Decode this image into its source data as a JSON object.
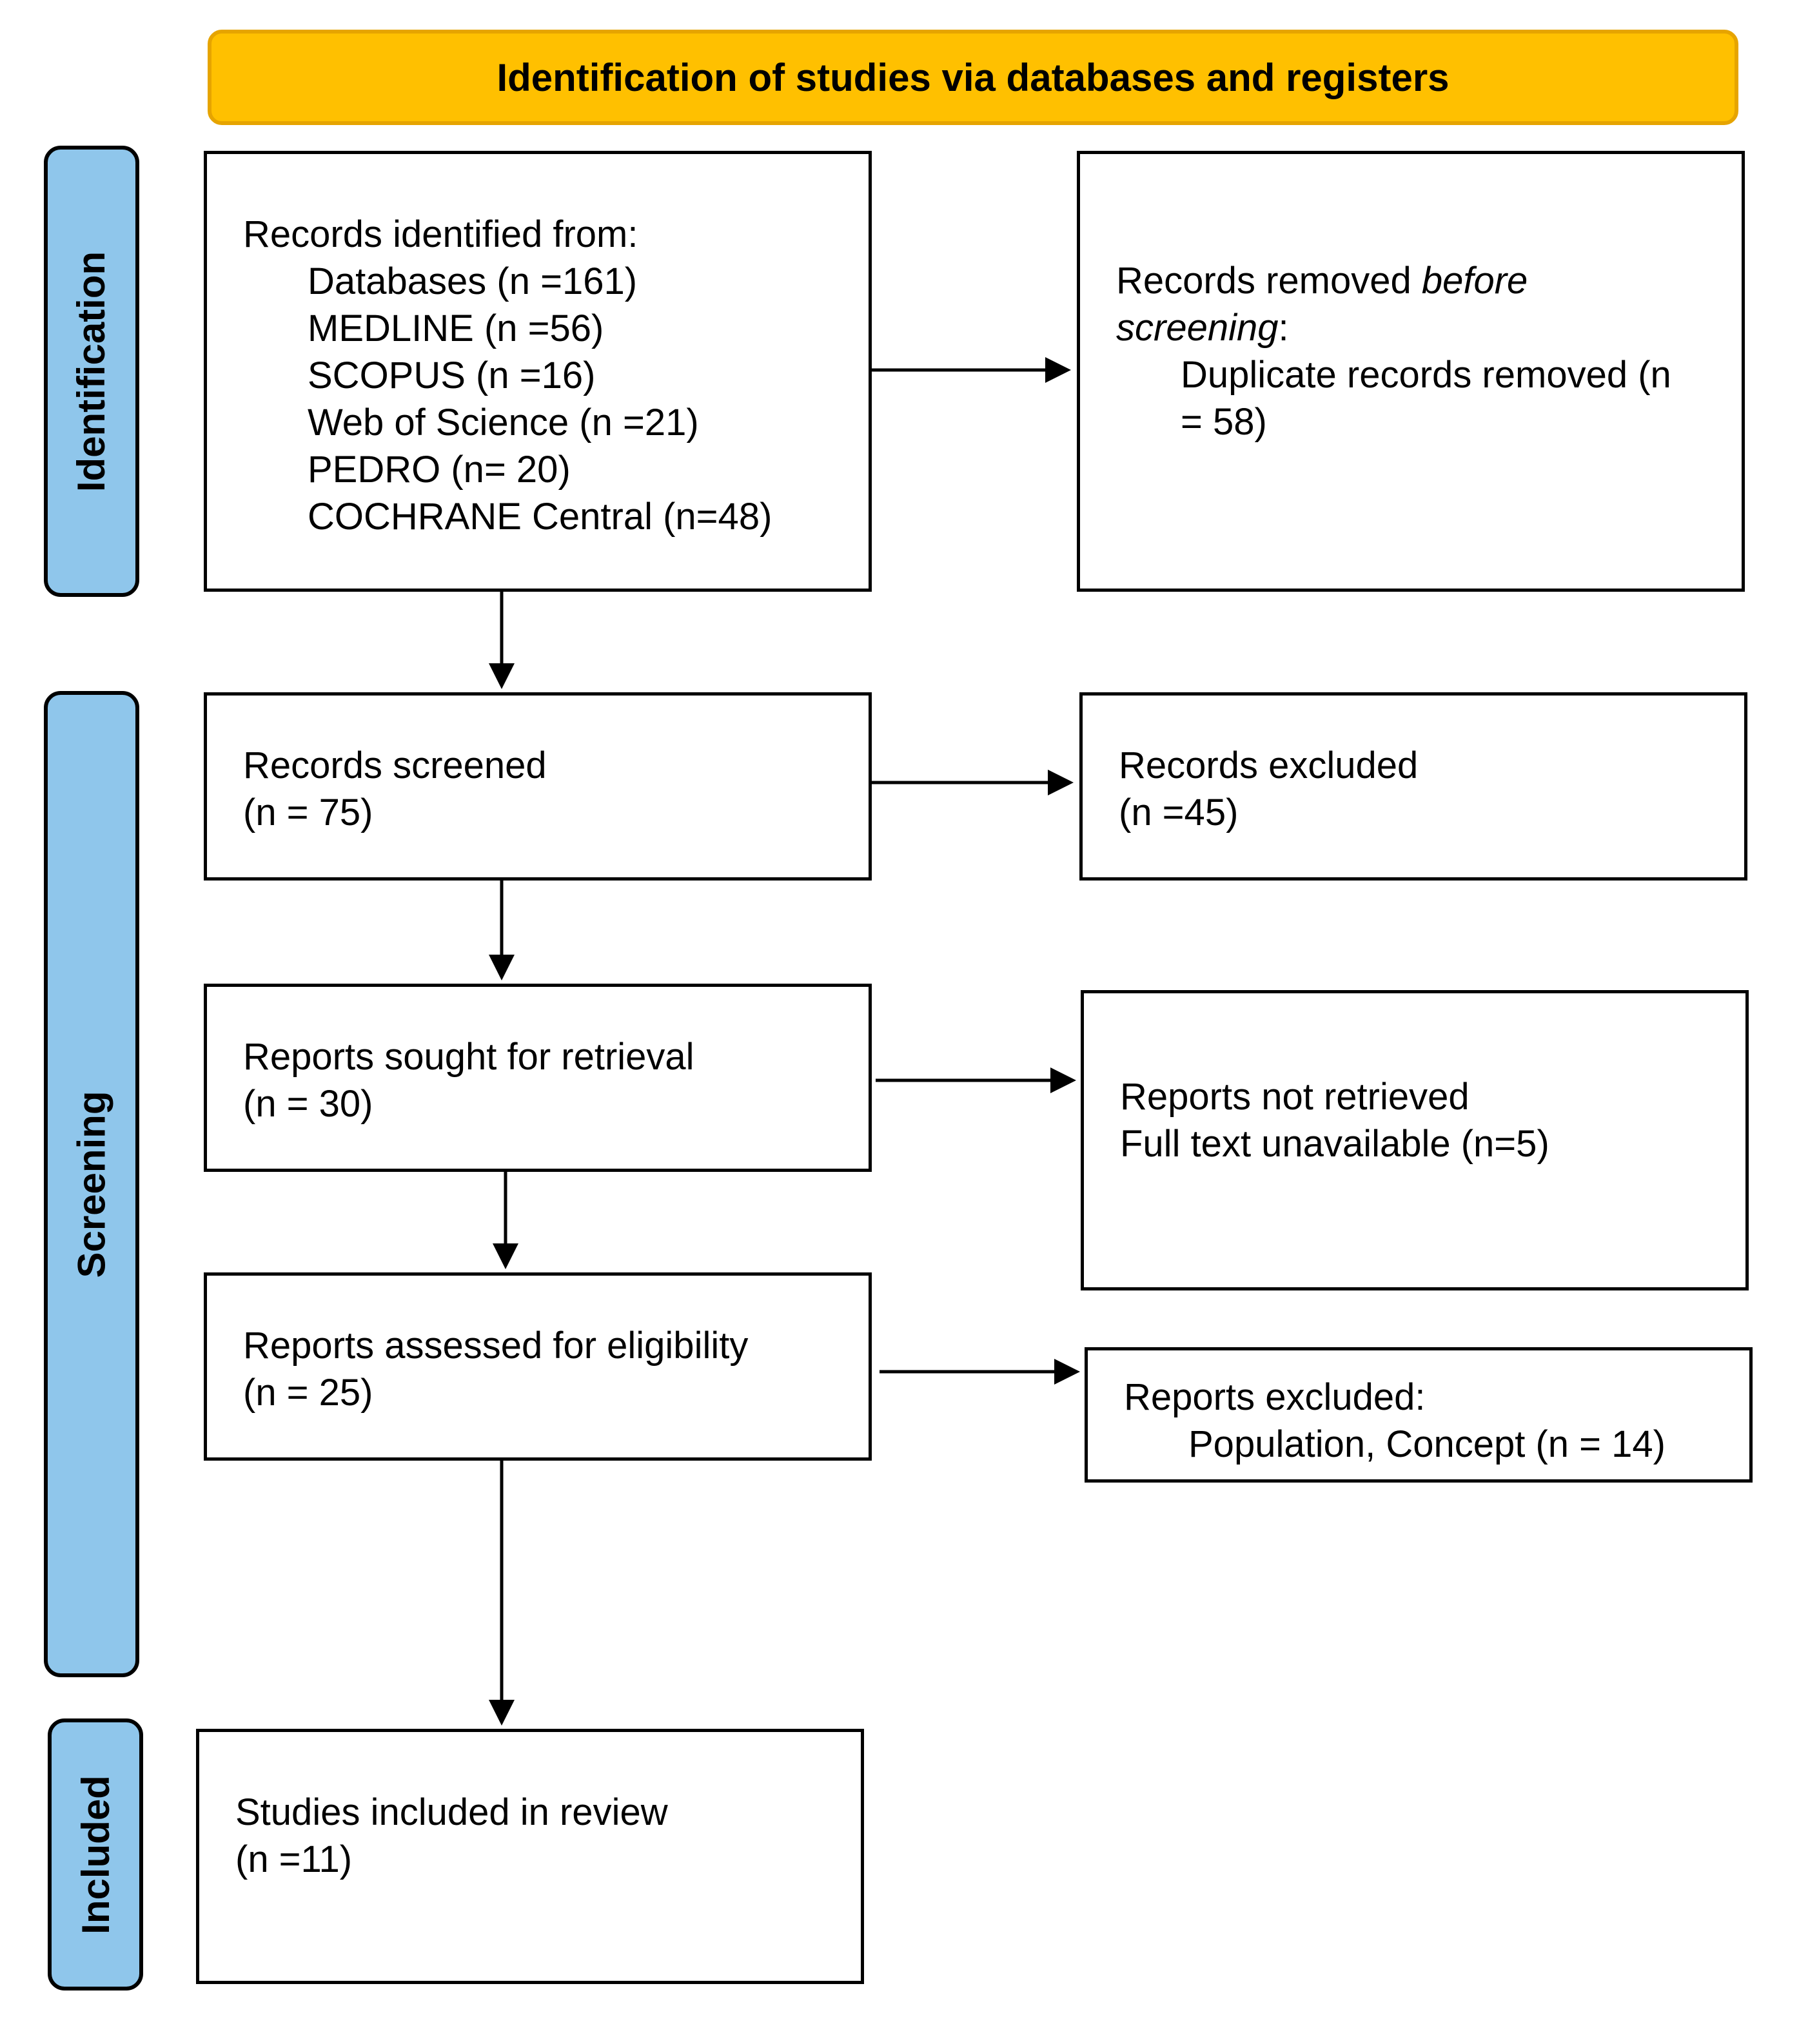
{
  "header": {
    "title": "Identification of studies via databases and registers",
    "color": "#FFC000"
  },
  "phases": {
    "identification": "Identification",
    "screening": "Screening",
    "included": "Included",
    "color": "#8FC6EB"
  },
  "identified": {
    "heading": "Records identified from:",
    "sources": [
      "Databases (n =161)",
      "MEDLINE (n =56)",
      "SCOPUS (n =16)",
      "Web of Science (n =21)",
      "PEDRO (n= 20)",
      "COCHRANE Central (n=48)"
    ]
  },
  "removed": {
    "heading_part1": "Records removed ",
    "heading_italic1": "before",
    "heading_italic2": "screening",
    "heading_colon": ":",
    "detail_line1": "Duplicate records removed (n",
    "detail_line2": "= 58)"
  },
  "screened": {
    "label": "Records screened",
    "count": "(n = 75)"
  },
  "excluded": {
    "label": "Records excluded",
    "count": "(n =45)"
  },
  "sought": {
    "label": "Reports sought for retrieval",
    "count": "(n = 30)"
  },
  "not_retrieved": {
    "label": "Reports not retrieved",
    "detail": "Full text unavailable (n=5)"
  },
  "assessed": {
    "label": "Reports assessed for eligibility",
    "count": "(n = 25)"
  },
  "reports_excluded": {
    "label": "Reports excluded:",
    "detail": "Population, Concept (n = 14)"
  },
  "included_box": {
    "label": "Studies included in review",
    "count": "(n =11)"
  }
}
